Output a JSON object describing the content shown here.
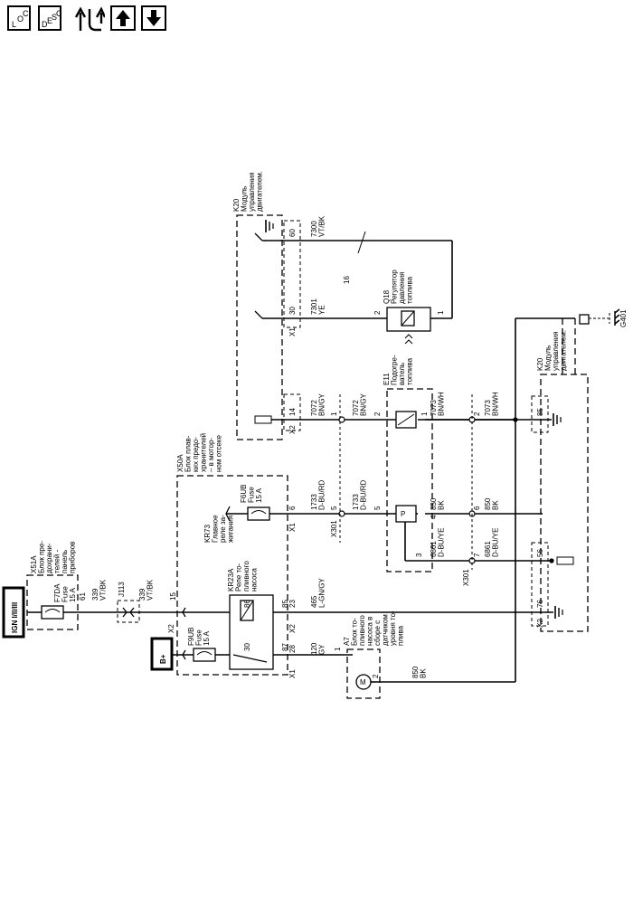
{
  "toolbar": {
    "loc_button": {
      "a": "L",
      "b": "O",
      "c": "C"
    },
    "desc_button": {
      "a": "D",
      "b": "E",
      "c": "S",
      "d": "C"
    },
    "icons": [
      "swap-arrows-icon",
      "arrow-up-icon",
      "arrow-down-icon"
    ]
  },
  "labels": {
    "ign": "IGN I/II/III",
    "bplus": "B+",
    "x51a": [
      "X51A",
      "Блок пре-",
      "дохрани-",
      "телей -",
      "панель",
      "приборов"
    ],
    "f7da": [
      "F7DA",
      "Fuse",
      "15 A"
    ],
    "w61": "61",
    "w339a": [
      "339",
      "VT/BK"
    ],
    "j113": "J113",
    "w339b": [
      "339",
      "VT/BK"
    ],
    "w15": "15",
    "x2a": "X2",
    "x50a": [
      "X50A",
      "Блок плав-",
      "ких предо-",
      "хранителей",
      "– в мотор-",
      "ном отсеке"
    ],
    "kr73": [
      "KR73",
      "Главное",
      "реле за-",
      "жигания"
    ],
    "f6ub": [
      "F6UB",
      "Fuse",
      "15 A"
    ],
    "x1a": "X1",
    "pin6": "6",
    "kr23a": [
      "KR23A",
      "Реле то-",
      "пливного",
      "насоса"
    ],
    "pin86": "86",
    "pin85": "85",
    "pin30": "30",
    "pin87": "87",
    "f9ub": [
      "F9UB",
      "Fuse",
      "15 A"
    ],
    "x2b": "X2",
    "pin23": "23",
    "x1b": "X1",
    "pin28": "28",
    "w465": [
      "465",
      "L-GN/GY"
    ],
    "w120": [
      "120",
      "GY"
    ],
    "a7": [
      "A7",
      "Блок то-",
      "пливного",
      "насоса в",
      "сборе с",
      "датчиком",
      "уровня то-",
      "плива"
    ],
    "pin_a7_1": "1",
    "pin_a7_2": "2",
    "w850a": [
      "850",
      "BK"
    ],
    "w1733a": [
      "1733",
      "D-BU/RD"
    ],
    "w1733b": [
      "1733",
      "D-BU/RD"
    ],
    "x301a": "X301",
    "pin5a": "5",
    "pin5b": "5",
    "w7072a": [
      "7072",
      "BN/GY"
    ],
    "w7072b": [
      "7072",
      "BN/GY"
    ],
    "pin1a": "1",
    "pin2e": "2",
    "pin1e": "1",
    "e11": [
      "E11",
      "Подогре-",
      "ватель",
      "топлива"
    ],
    "w850b": [
      "850",
      "BK"
    ],
    "w850c": [
      "850",
      "BK"
    ],
    "pin4": "4",
    "pin6b": "6",
    "w6861a": [
      "6861",
      "D-BU/YE"
    ],
    "w6861b": [
      "6861",
      "D-BU/YE"
    ],
    "x301b": "X301",
    "pin3": "3",
    "pin7": "7",
    "w7073a": [
      "7073",
      "BN/WH"
    ],
    "w7073b": [
      "7073",
      "BN/WH"
    ],
    "pin2b": "2",
    "k20a": [
      "K20",
      "Модуль",
      "управления",
      "двигателем."
    ],
    "pin60": "60",
    "pin30b": "30",
    "x1c": "X1",
    "w7300": [
      "7300",
      "VT/BK"
    ],
    "w7301": [
      "7301",
      "YE"
    ],
    "pin16": "16",
    "q18": [
      "Q18",
      "Регулятор",
      "давления",
      "топлива"
    ],
    "pin2q": "2",
    "pin1q": "1",
    "pin14": "14",
    "x2c": "X2",
    "k20b": [
      "K20",
      "Модуль",
      "управления",
      "двигателем."
    ],
    "pin85b": "85",
    "pin56": "56",
    "pin76": "76",
    "x2d": "X2",
    "g401": "G401"
  }
}
